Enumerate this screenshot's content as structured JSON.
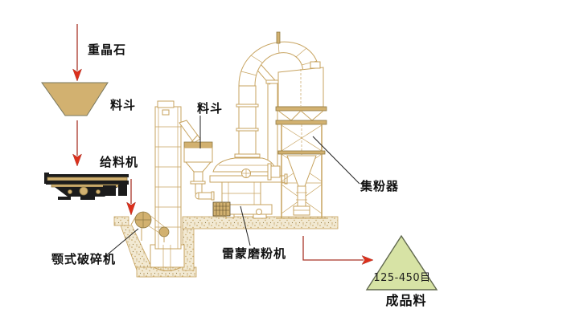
{
  "diagram": {
    "labels": {
      "barite": "重晶石",
      "hopper_top": "料斗",
      "feeder": "给料机",
      "jaw_crusher": "颚式破碎机",
      "mill_hopper": "料斗",
      "raymond_mill": "雷蒙磨粉机",
      "powder_collector": "集粉器",
      "mesh_range": "125-450目",
      "finished_product": "成品料"
    },
    "colors": {
      "background": "#ffffff",
      "machine_line": "#c7a35f",
      "machine_dark": "#8f7a45",
      "tan_fill": "#d2b170",
      "ground_base": "#f2e9d2",
      "ground_dot": "#c2a05e",
      "arrow_red": "#dd2f1b",
      "arrow_red_dark": "#a93528",
      "black_part": "#1c1c1c",
      "triangle_fill": "#d7e3a5",
      "triangle_stroke": "#60684e",
      "label_text": "#111111"
    }
  }
}
